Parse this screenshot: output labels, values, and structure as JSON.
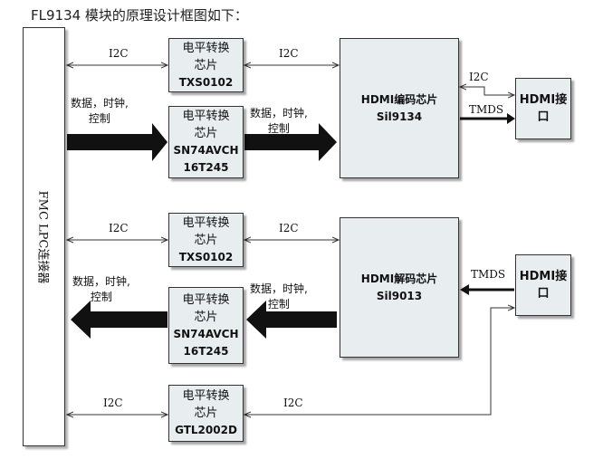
{
  "title": "FL9134 模块的原理设计框图如下：",
  "fmc_connector": "FMC LPC连接器",
  "chips": {
    "level_shifter_1": {
      "line1": "电平转换",
      "line2": "芯片",
      "part": "TXS0102"
    },
    "buffer_1": {
      "line1": "电平转换",
      "line2": "芯片",
      "part1": "SN74AVCH",
      "part2": "16T245"
    },
    "level_shifter_2": {
      "line1": "电平转换",
      "line2": "芯片",
      "part": "TXS0102"
    },
    "buffer_2": {
      "line1": "电平转换",
      "line2": "芯片",
      "part1": "SN74AVCH",
      "part2": "16T245"
    },
    "level_shifter_3": {
      "line1": "电平转换",
      "line2": "芯片",
      "part": "GTL2002D"
    }
  },
  "hdmi_encoder": {
    "line1": "HDMI编码芯片",
    "line2": "Sil9134"
  },
  "hdmi_decoder": {
    "line1": "HDMI解码芯片",
    "line2": "Sil9013"
  },
  "hdmi_port_tx": {
    "line1": "HDMI接",
    "line2": "口"
  },
  "hdmi_port_rx": {
    "line1": "HDMI接",
    "line2": "口"
  },
  "labels": {
    "i2c": "I2C",
    "tmds": "TMDS",
    "data_clock_line1": "数据，时钟,",
    "data_clock_line2": "控制"
  },
  "colors": {
    "chip_fill": "#e8eef0",
    "arrow": "#111111"
  }
}
